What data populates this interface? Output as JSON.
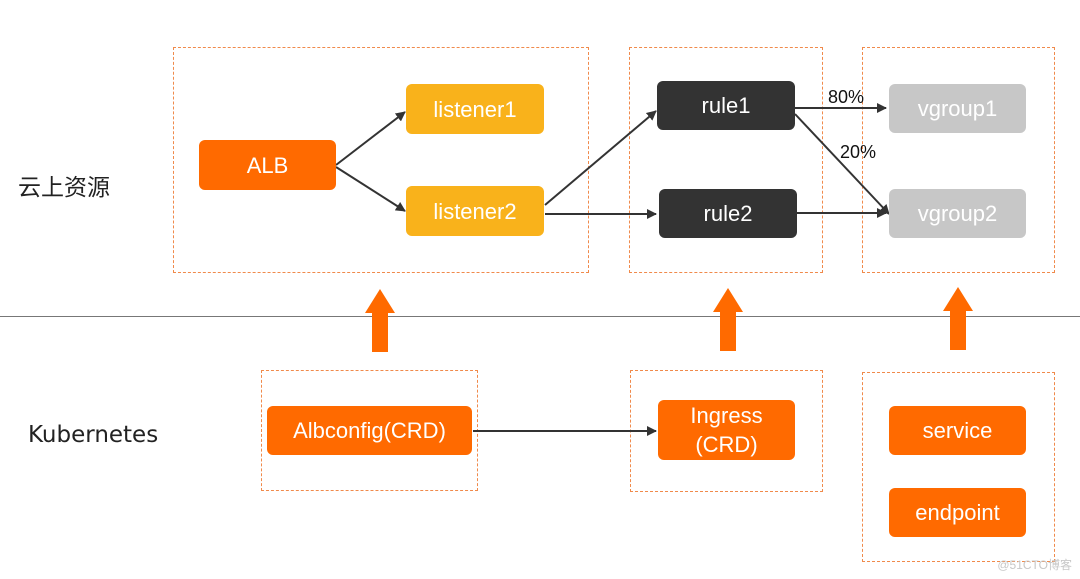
{
  "row_labels": {
    "cloud": "云上资源",
    "kubernetes": "Kubernetes"
  },
  "nodes": {
    "alb": "ALB",
    "listener1": "listener1",
    "listener2": "listener2",
    "rule1": "rule1",
    "rule2": "rule2",
    "vgroup1": "vgroup1",
    "vgroup2": "vgroup2",
    "albconfig": "Albconfig(CRD)",
    "ingress": "Ingress\n(CRD)",
    "service": "service",
    "endpoint": "endpoint"
  },
  "edge_labels": {
    "rule1_vgroup1": "80%",
    "rule1_vgroup2": "20%"
  },
  "watermark": "@51CTO博客",
  "colors": {
    "orange": "#ff6a00",
    "yellow": "#f9b21b",
    "dark": "#333333",
    "grey": "#c7c7c7",
    "dashed_border": "#f08a4b"
  }
}
